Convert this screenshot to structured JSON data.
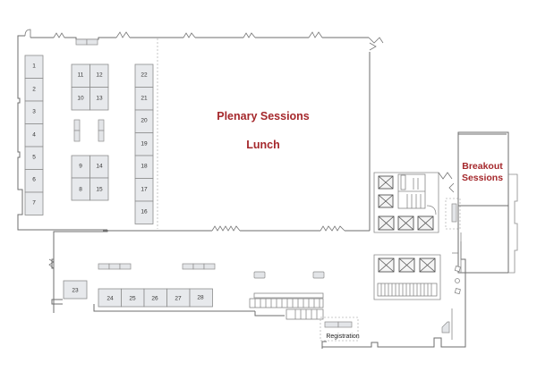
{
  "rooms": {
    "plenary": {
      "label_1": "Plenary Sessions",
      "label_2": "Lunch"
    },
    "breakout": {
      "label_1": "Breakout",
      "label_2": "Sessions"
    },
    "registration": {
      "label": "Registration"
    }
  },
  "colors": {
    "room_label": "#a5282c",
    "booth_fill": "#e7e9ec",
    "wall": "#6e6e6e"
  },
  "booths": {
    "b1": "1",
    "b2": "2",
    "b3": "3",
    "b4": "4",
    "b5": "5",
    "b6": "6",
    "b7": "7",
    "b8": "8",
    "b9": "9",
    "b10": "10",
    "b11": "11",
    "b12": "12",
    "b13": "13",
    "b14": "14",
    "b15": "15",
    "b16": "16",
    "b17": "17",
    "b18": "18",
    "b19": "19",
    "b20": "20",
    "b21": "21",
    "b22": "22",
    "b23": "23",
    "b24": "24",
    "b25": "25",
    "b26": "26",
    "b27": "27",
    "b28": "28"
  },
  "icons": {
    "elevator": "elevator-icon",
    "stairs": "stairs-icon",
    "door": "door-icon",
    "table": "table-icon"
  }
}
